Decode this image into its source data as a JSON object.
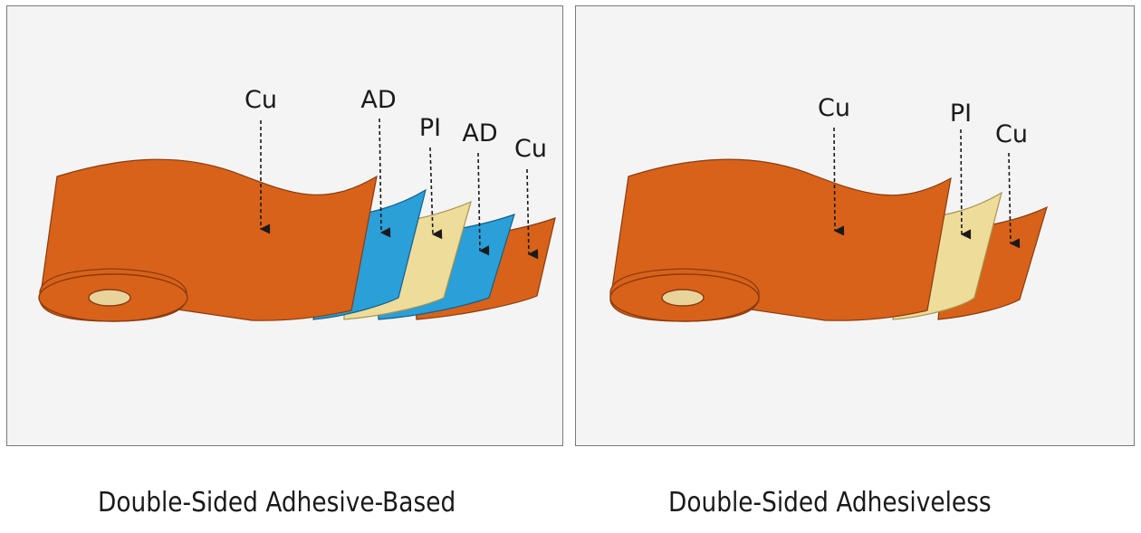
{
  "colors": {
    "copper": "#d8621a",
    "copper_edge": "#8a3a0e",
    "adhesive": "#2a9fd8",
    "adhesive_edge": "#14608a",
    "polyimide": "#eedc9a",
    "polyimide_edge": "#a89450",
    "core": "#e8d49a",
    "arrow": "#1a1a1a",
    "panel_bg": "#f4f4f4",
    "panel_border": "#7a7a7a"
  },
  "left_panel": {
    "labels": {
      "cu_main": "Cu",
      "ad_1": "AD",
      "pi": "PI",
      "ad_2": "AD",
      "cu_back": "Cu"
    },
    "caption": "Double-Sided Adhesive-Based"
  },
  "right_panel": {
    "labels": {
      "cu_main": "Cu",
      "pi": "PI",
      "cu_back": "Cu"
    },
    "caption": "Double-Sided Adhesiveless"
  }
}
